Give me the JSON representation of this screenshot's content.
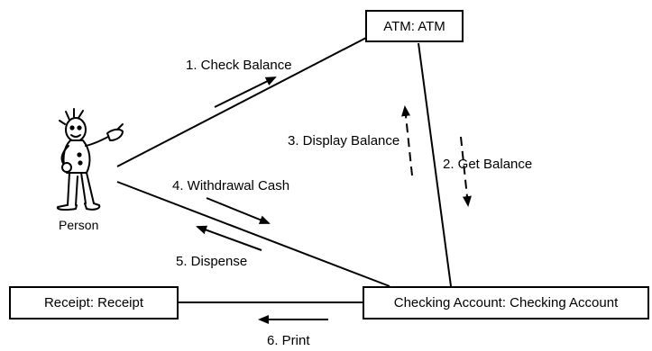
{
  "objects": {
    "atm": "ATM: ATM",
    "checking": "Checking Account: Checking Account",
    "receipt": "Receipt: Receipt",
    "person": "Person"
  },
  "messages": [
    {
      "label": "1. Check Balance",
      "direction": "toward ATM"
    },
    {
      "label": "2. Get Balance",
      "direction": "toward Checking Account"
    },
    {
      "label": "3. Display Balance",
      "direction": "toward ATM"
    },
    {
      "label": "4. Withdrawal Cash",
      "direction": "toward Checking Account"
    },
    {
      "label": "5. Dispense",
      "direction": "toward Person"
    },
    {
      "label": "6. Print",
      "direction": "toward Receipt"
    }
  ]
}
